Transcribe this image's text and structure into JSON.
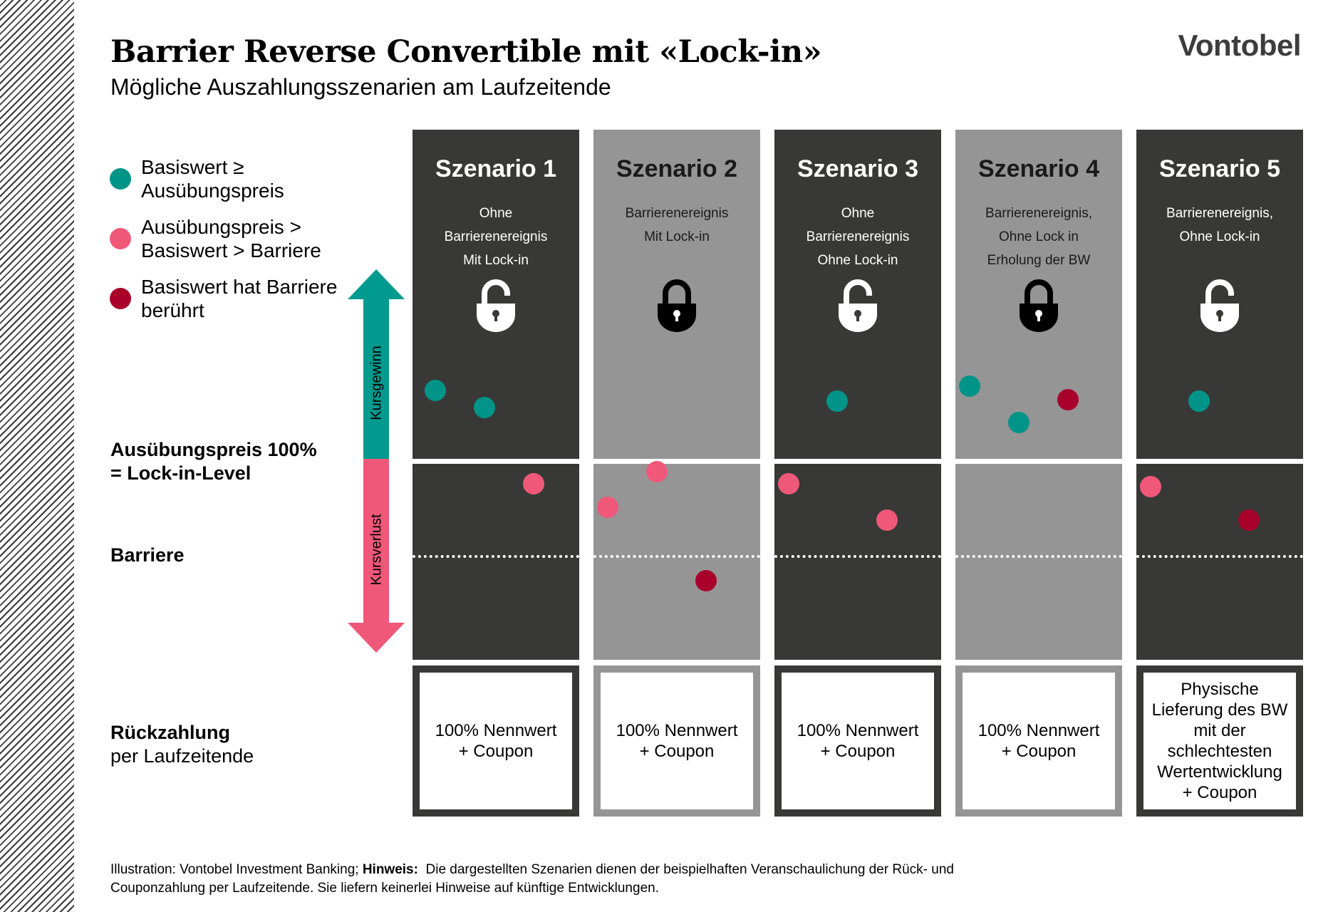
{
  "title": "Barrier Reverse Convertible mit «Lock-in»",
  "subtitle": "Mögliche Auszahlungsszenarien am Laufzeitende",
  "brand": "Vontobel",
  "colors": {
    "teal": "#009488",
    "pink": "#f0587a",
    "red": "#a8002a",
    "dark_panel": "#383937",
    "gray_panel": "#959595"
  },
  "legend": [
    {
      "line1": "Basiswert ≥",
      "line2": "Ausübungspreis",
      "color": "#009488"
    },
    {
      "line1": "Ausübungspreis >",
      "line2": "Basiswert > Barriere",
      "color": "#f0587a"
    },
    {
      "line1": "Basiswert hat Barriere",
      "line2": "berührt",
      "color": "#a8002a"
    }
  ],
  "side_labels": {
    "strike_line1": "Ausübungspreis 100%",
    "strike_line2": "= Lock-in-Level",
    "barrier": "Barriere",
    "repayment_bold": "Rückzahlung",
    "repayment_regular": "per Laufzeitende"
  },
  "arrow": {
    "gain_label": "Kursgewinn",
    "loss_label": "Kursverlust"
  },
  "scenarios": [
    {
      "title": "Szenario 1",
      "description": "Ohne\nBarrierenereignis\nMit Lock-in",
      "lock": "open",
      "payout": "100%  Nennwert\n+ Coupon"
    },
    {
      "title": "Szenario 2",
      "description": "Barrierenereignis\nMit Lock-in",
      "lock": "closed",
      "payout": "100%  Nennwert\n+ Coupon"
    },
    {
      "title": "Szenario 3",
      "description": "Ohne\nBarrierenereignis\nOhne Lock-in",
      "lock": "open",
      "payout": "100%  Nennwert\n+ Coupon"
    },
    {
      "title": "Szenario 4",
      "description": "Barrierenereignis,\nOhne Lock in\nErholung der BW",
      "lock": "closed",
      "payout": "100%  Nennwert\n+ Coupon"
    },
    {
      "title": "Szenario 5",
      "description": "Barrierenereignis,\nOhne Lock-in",
      "lock": "open",
      "payout": "Physische\nLieferung des BW\nmit der\nschlechtesten\nWertentwicklung\n+ Coupon"
    }
  ],
  "footer": {
    "prefix": "Illustration: Vontobel Investment Banking; ",
    "hint_label": "Hinweis:",
    "text_line1": "  Die dargestellten Szenarien dienen der beispielhaften Veranschaulichung der Rück- und",
    "text_line2": "Couponzahlung per Laufzeitende. Sie liefern keinerlei Hinweise auf künftige Entwicklungen."
  }
}
